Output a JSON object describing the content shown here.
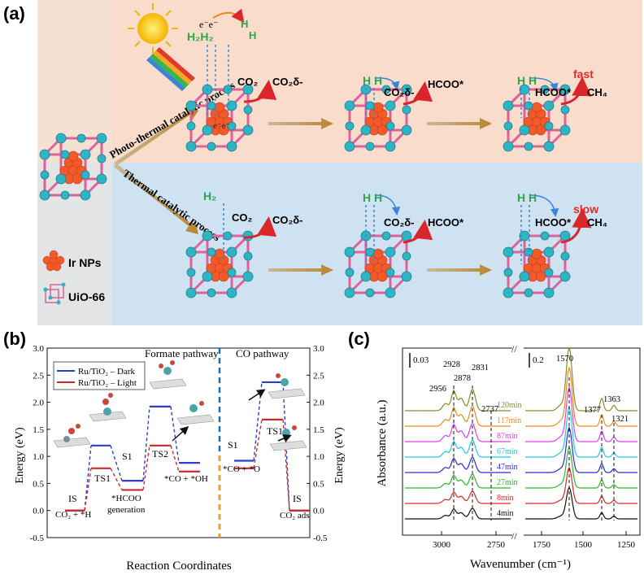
{
  "panel_a": {
    "label": "(a)",
    "photo_process": "Photo-thermal catalytic process",
    "thermal_process": "Thermal catalytic process",
    "legend_ir": "Ir NPs",
    "legend_uio": "UiO-66",
    "H2": "H₂",
    "H2H2": "H₂H₂",
    "HH": "H H",
    "ee": "e⁻e⁻",
    "CO2": "CO₂",
    "CO2d": "CO₂δ-",
    "HCOO": "HCOO*",
    "CH4": "CH₄",
    "fast": "fast",
    "slow": "slow",
    "colors": {
      "top_bg": "#f9dccb",
      "bottom_bg": "#cfe2f1",
      "frame": "#e0609a",
      "node": "#2fb4c4",
      "np": "#f25a2a",
      "arrow_red": "#d8262a",
      "h_green": "#2aa84a"
    }
  },
  "panel_b": {
    "label": "(b)",
    "formate": "Formate pathway",
    "co": "CO pathway",
    "legend_dark": "Ru/TiO₂ – Dark",
    "legend_light": "Ru/TiO₂ – Light",
    "ylabel": "Energy (eV)",
    "xlabel": "Reaction Coordinates",
    "yticks": [
      "-0.5",
      "0.0",
      "0.5",
      "1.0",
      "1.5",
      "2.0",
      "2.5",
      "3.0"
    ],
    "states": {
      "IS": "IS",
      "TS1": "TS1",
      "S1": "S1",
      "TS2": "TS2",
      "co2h": "CO₂ + *H",
      "hcoo": "*HCOO",
      "gen": "generation",
      "cooh": "*CO + *OH",
      "coo": "*CO + *O",
      "co2ads": "CO₂ ads",
      "TS1b": "TS1"
    },
    "chart_data": {
      "type": "line",
      "ylim": [
        -0.5,
        3.0
      ],
      "series": [
        {
          "name": "Ru/TiO₂ – Dark",
          "color": "#2b3fc9",
          "formate": [
            0.0,
            1.2,
            0.55,
            1.92,
            0.88
          ],
          "co": [
            0.92,
            2.37,
            0.0
          ]
        },
        {
          "name": "Ru/TiO₂ – Light",
          "color": "#d0282a",
          "formate": [
            0.0,
            0.78,
            0.38,
            1.2,
            0.72
          ],
          "co": [
            0.78,
            1.68,
            0.0
          ]
        }
      ]
    }
  },
  "panel_c": {
    "label": "(c)",
    "ylabel": "Absorbance (a.u.)",
    "xlabel": "Wavenumber (cm⁻¹)",
    "scale_left": "0.03",
    "scale_right": "0.2",
    "xticks": [
      "3000",
      "2750",
      "1750",
      "1500",
      "1250"
    ],
    "peaks": [
      "2956",
      "2928",
      "2878",
      "2831",
      "2737",
      "1570",
      "1377",
      "1363",
      "1321"
    ],
    "traces": [
      {
        "label": "120min",
        "color": "#8c8a2a"
      },
      {
        "label": "117min",
        "color": "#f08a1c"
      },
      {
        "label": "87min",
        "color": "#e23fe6"
      },
      {
        "label": "67min",
        "color": "#22c6d8"
      },
      {
        "label": "47min",
        "color": "#2c2ccf"
      },
      {
        "label": "27min",
        "color": "#2bb82b"
      },
      {
        "label": "8min",
        "color": "#e02828"
      },
      {
        "label": "4min",
        "color": "#111111"
      }
    ]
  }
}
